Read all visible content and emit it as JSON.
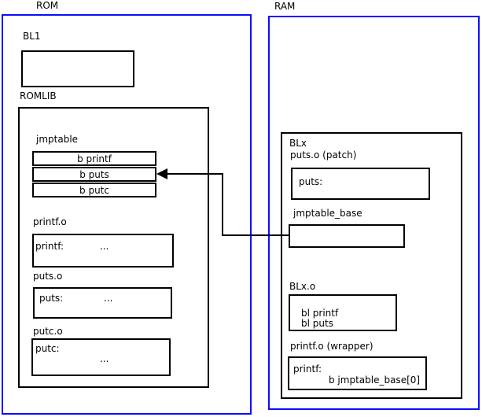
{
  "colors": {
    "frame_blue": "#0d0dff",
    "line_black": "#000000"
  },
  "rom": {
    "label": "ROM",
    "bl1": {
      "label": "BL1"
    },
    "romlib": {
      "label": "ROMLIB",
      "jmptable": {
        "label": "jmptable",
        "rows": [
          "b printf",
          "b puts",
          "b putc"
        ]
      },
      "printf_o": {
        "label": "printf.o",
        "symbol": "printf:",
        "body": "..."
      },
      "puts_o": {
        "label": "puts.o",
        "symbol": "puts:",
        "body": "..."
      },
      "putc_o": {
        "label": "putc.o",
        "symbol": "putc:",
        "body": "..."
      }
    }
  },
  "ram": {
    "label": "RAM",
    "blx": {
      "label": "BLx",
      "puts_patch": {
        "label": "puts.o (patch)",
        "symbol": "puts:"
      },
      "jmptable_base": {
        "label": "jmptable_base"
      },
      "blx_o": {
        "label": "BLx.o",
        "lines": [
          "bl printf",
          "bl puts"
        ]
      },
      "printf_wrapper": {
        "label": "printf.o (wrapper)",
        "symbol": "printf:",
        "body": "b jmptable_base[0]"
      }
    }
  }
}
